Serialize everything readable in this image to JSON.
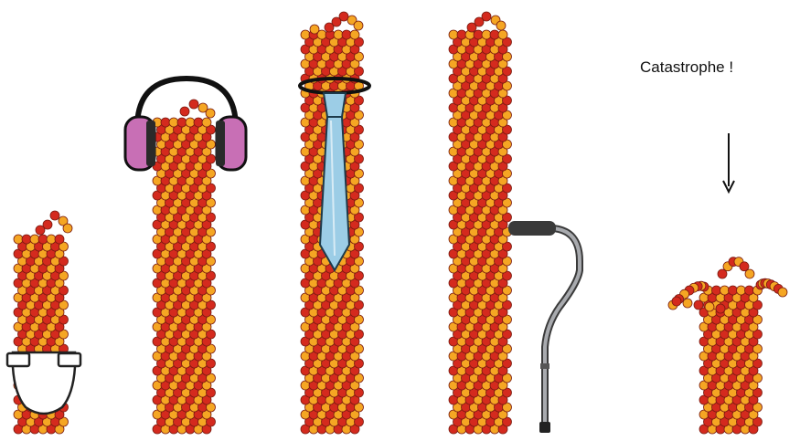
{
  "annotation": {
    "catastrophe_label": "Catastrophe !"
  },
  "colors": {
    "alpha_tubulin": "#f5a623",
    "beta_tubulin": "#d42a1e",
    "outline": "#7a1b10",
    "diaper": "#ffffff",
    "headphone_cup": "#c86fb5",
    "tie": "#9ccde6",
    "cane_shaft": "#a8aaae",
    "cane_handle": "#3a3a3a"
  },
  "stages": [
    {
      "name": "infant-microtubule",
      "accessory": "diaper-icon"
    },
    {
      "name": "teen-microtubule",
      "accessory": "headphones-icon"
    },
    {
      "name": "adult-microtubule",
      "accessory": "necktie-icon"
    },
    {
      "name": "elderly-microtubule",
      "accessory": "walking-cane-icon"
    },
    {
      "name": "catastrophe-microtubule",
      "accessory": "down-arrow-icon"
    }
  ]
}
